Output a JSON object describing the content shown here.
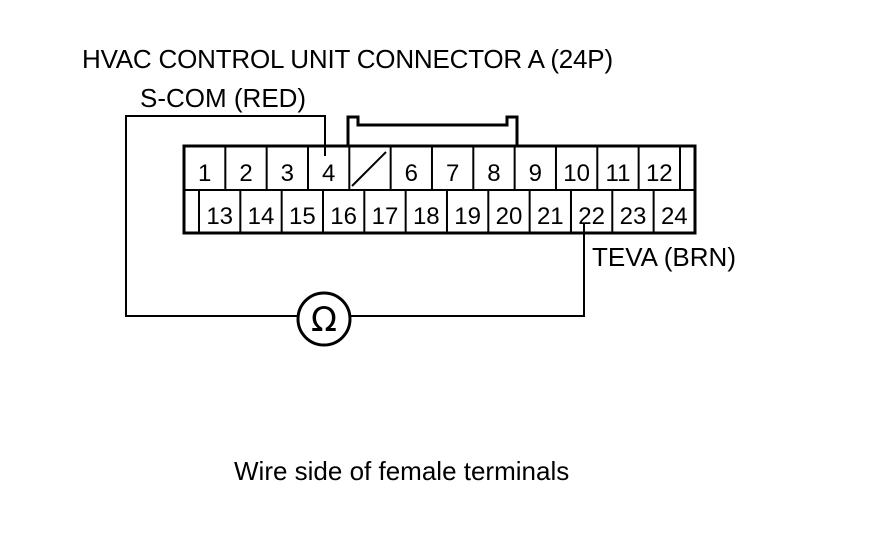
{
  "diagram": {
    "title": "HVAC CONTROL UNIT CONNECTOR A (24P)",
    "probe_left_label": "S-COM (RED)",
    "probe_right_label": "TEVA (BRN)",
    "caption": "Wire side of female terminals",
    "meter_symbol": "Ω",
    "top_row_terminals": [
      "1",
      "2",
      "3",
      "4",
      "",
      "6",
      "7",
      "8",
      "9",
      "10",
      "11",
      "12"
    ],
    "bottom_row_terminals": [
      "13",
      "14",
      "15",
      "16",
      "17",
      "18",
      "19",
      "20",
      "21",
      "22",
      "23",
      "24"
    ],
    "probed_terminals": [
      "4",
      "22"
    ]
  }
}
